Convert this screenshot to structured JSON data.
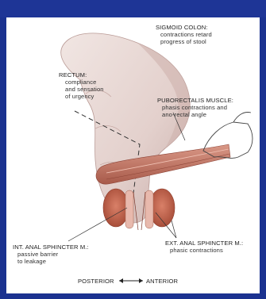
{
  "labels": {
    "sigmoid": {
      "title": "SIGMOID COLON:",
      "lines": [
        "contractions retard",
        "progress of stool"
      ]
    },
    "rectum": {
      "title": "RECTUM:",
      "lines": [
        "compliance",
        "and sensation",
        "of urgency"
      ]
    },
    "puborectalis": {
      "title": "PUBORECTALIS MUSCLE:",
      "lines": [
        "phasis contractions and",
        "ano-rectal angle"
      ]
    },
    "int_sphincter": {
      "title": "INT. ANAL SPHINCTER M.:",
      "lines": [
        "passive barrier",
        "to leakage"
      ]
    },
    "ext_sphincter": {
      "title": "EXT. ANAL SPHINCTER M.:",
      "lines": [
        "phasic contractions"
      ]
    }
  },
  "orientation": {
    "left": "POSTERIOR",
    "right": "ANTERIOR"
  },
  "colors": {
    "frame": "#1b3290",
    "colon": "#eadcd8",
    "muscle": "#c97a6a",
    "sphincter": "#c0634a"
  }
}
